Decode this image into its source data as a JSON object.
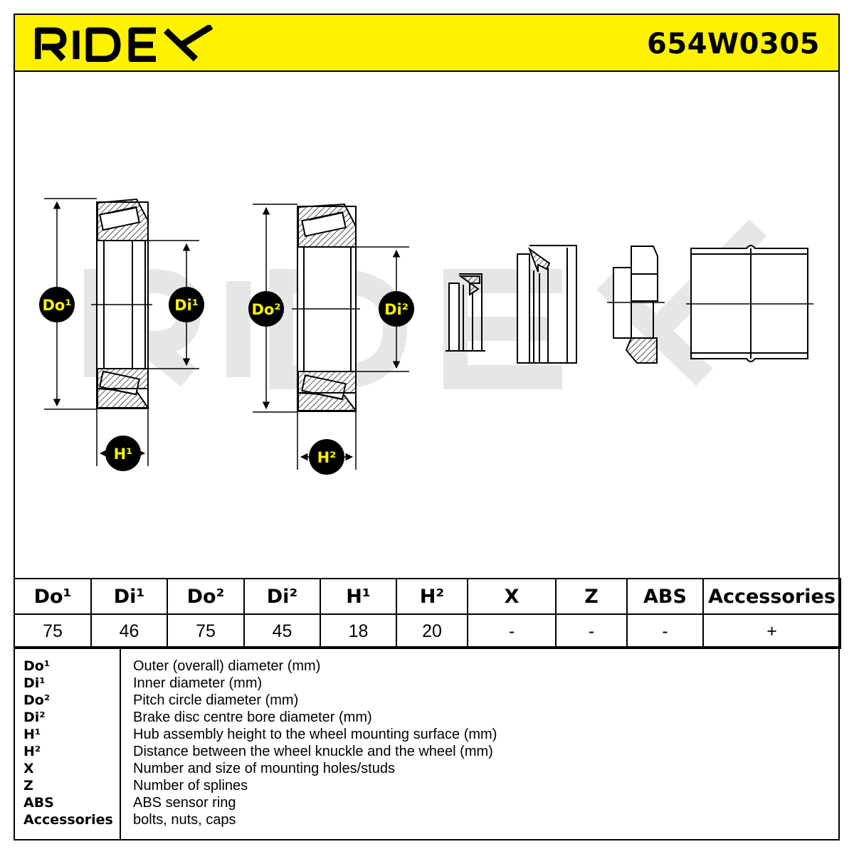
{
  "header": {
    "brand": "RIDEX",
    "part_number": "654W0305"
  },
  "colors": {
    "header_bg": "#fff200",
    "watermark": "#e6e6e6",
    "ink": "#000000"
  },
  "drawing": {
    "watermark_text": "RIDEX",
    "labels": {
      "do1": "Do¹",
      "di1": "Di¹",
      "do2": "Do²",
      "di2": "Di²",
      "h1": "H¹",
      "h2": "H²"
    }
  },
  "specs": {
    "headers": [
      "Do¹",
      "Di¹",
      "Do²",
      "Di²",
      "H¹",
      "H²",
      "X",
      "Z",
      "ABS",
      "Accessories"
    ],
    "values": [
      "75",
      "46",
      "75",
      "45",
      "18",
      "20",
      "-",
      "-",
      "-",
      "+"
    ]
  },
  "legend": [
    {
      "key": "Do¹",
      "desc": "Outer (overall) diameter (mm)"
    },
    {
      "key": "Di¹",
      "desc": "Inner diameter (mm)"
    },
    {
      "key": "Do²",
      "desc": "Pitch circle diameter (mm)"
    },
    {
      "key": "Di²",
      "desc": "Brake disc centre bore diameter (mm)"
    },
    {
      "key": "H¹",
      "desc": "Hub assembly height to the wheel mounting surface (mm)"
    },
    {
      "key": "H²",
      "desc": "Distance between the wheel knuckle and the wheel (mm)"
    },
    {
      "key": "X",
      "desc": "Number and size of mounting holes/studs"
    },
    {
      "key": "Z",
      "desc": "Number of splines"
    },
    {
      "key": "ABS",
      "desc": "ABS sensor ring"
    },
    {
      "key": "Accessories",
      "desc": "bolts, nuts, caps"
    }
  ]
}
